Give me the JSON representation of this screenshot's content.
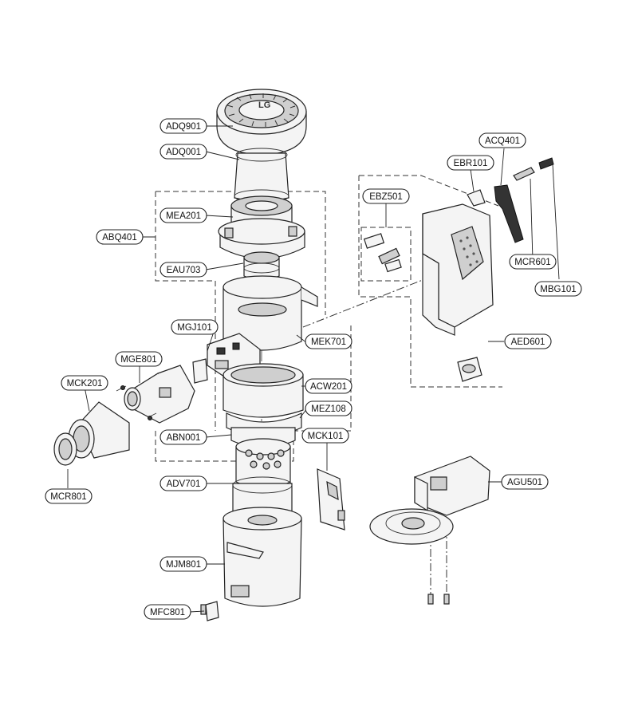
{
  "diagram": {
    "callouts": [
      {
        "id": "adq901",
        "label": "ADQ901"
      },
      {
        "id": "adq001",
        "label": "ADQ001"
      },
      {
        "id": "abq401",
        "label": "ABQ401"
      },
      {
        "id": "mea201",
        "label": "MEA201"
      },
      {
        "id": "eau703",
        "label": "EAU703"
      },
      {
        "id": "mgj101",
        "label": "MGJ101"
      },
      {
        "id": "mek701",
        "label": "MEK701"
      },
      {
        "id": "mge801",
        "label": "MGE801"
      },
      {
        "id": "mck201",
        "label": "MCK201"
      },
      {
        "id": "acw201",
        "label": "ACW201"
      },
      {
        "id": "mez108",
        "label": "MEZ108"
      },
      {
        "id": "abn001",
        "label": "ABN001"
      },
      {
        "id": "mck101",
        "label": "MCK101"
      },
      {
        "id": "mcr801",
        "label": "MCR801"
      },
      {
        "id": "adv701",
        "label": "ADV701"
      },
      {
        "id": "mjm801",
        "label": "MJM801"
      },
      {
        "id": "mfc801",
        "label": "MFC801"
      },
      {
        "id": "ebz501",
        "label": "EBZ501"
      },
      {
        "id": "ebr101",
        "label": "EBR101"
      },
      {
        "id": "acq401",
        "label": "ACQ401"
      },
      {
        "id": "mcr601",
        "label": "MCR601"
      },
      {
        "id": "mbg101",
        "label": "MBG101"
      },
      {
        "id": "aed601",
        "label": "AED601"
      },
      {
        "id": "agu501",
        "label": "AGU501"
      }
    ],
    "cap_logo": "LG"
  }
}
